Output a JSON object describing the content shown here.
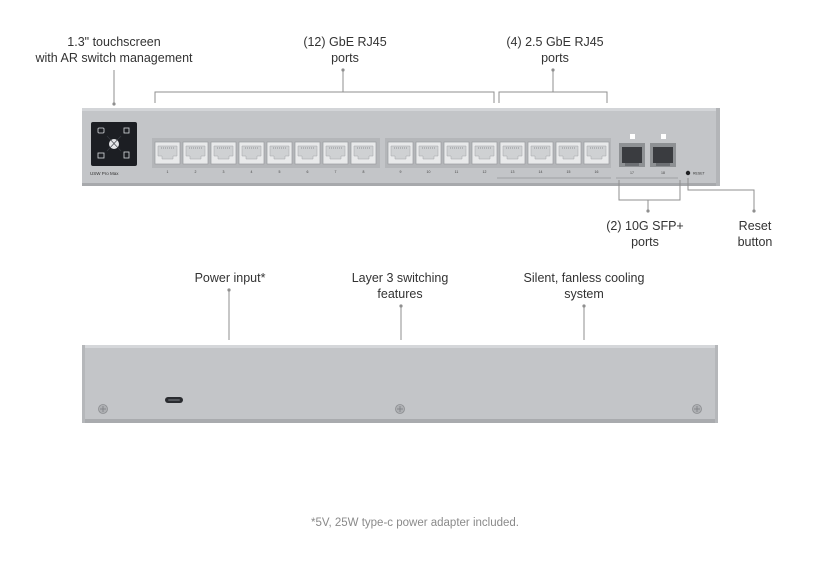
{
  "annotations": {
    "touchscreen": "1.3\" touchscreen\nwith AR switch management",
    "gbe_ports": "(12) GbE RJ45\nports",
    "gbe25_ports": "(4) 2.5 GbE RJ45\nports",
    "sfp_ports": "(2) 10G SFP+\nports",
    "reset_button": "Reset\nbutton",
    "power_input": "Power input*",
    "layer3": "Layer 3 switching\nfeatures",
    "cooling": "Silent, fanless cooling\nsystem"
  },
  "device": {
    "model_label": "USW Pro Max",
    "reset_label": "RESET",
    "port_numbers": [
      "1",
      "2",
      "3",
      "4",
      "5",
      "6",
      "7",
      "8",
      "9",
      "10",
      "11",
      "12",
      "13",
      "14",
      "15",
      "16"
    ],
    "sfp_numbers": [
      "17",
      "18"
    ]
  },
  "footnote": "*5V, 25W type-c power adapter included.",
  "colors": {
    "chassis": "#bfc1c4",
    "chassis_edge": "#a9abae",
    "port": "#e9eaeb",
    "screen": "#1b1d22",
    "annotation_line": "#8f8f8f"
  }
}
